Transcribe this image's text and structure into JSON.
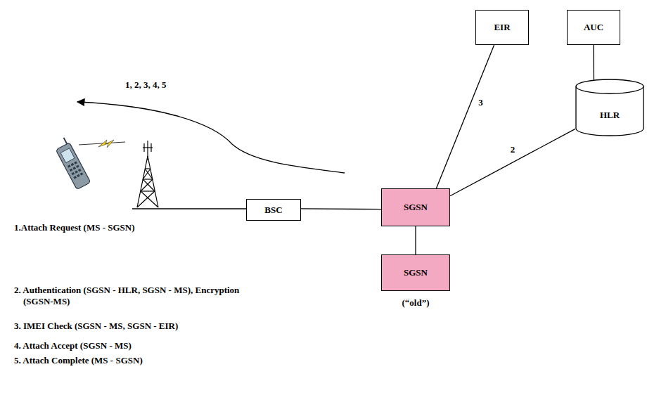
{
  "diagram": {
    "nodes": [
      {
        "text": [
          "EIR"
        ]
      },
      {
        "text": [
          "AUC"
        ]
      },
      {
        "text": [
          "HLR"
        ]
      },
      {
        "text": [
          "BSC"
        ]
      },
      {
        "text": [
          "SGSN"
        ]
      },
      {
        "text": [
          "SGSN",
          "(“old”)"
        ]
      }
    ],
    "edges": [
      {
        "from": 1,
        "to": 2,
        "arrow": "none"
      },
      {
        "from": 0,
        "to": 4,
        "label": "3",
        "arrow": "none"
      },
      {
        "from": 2,
        "to": 4,
        "label": "2",
        "arrow": "none"
      },
      {
        "from": 3,
        "to": 4,
        "arrow": "none"
      },
      {
        "from": 4,
        "to": 5,
        "arrow": "none"
      }
    ],
    "labels": [
      "1, 2, 3, 4, 5",
      "1.Attach Request (MS - SGSN)",
      "2. Authentication (SGSN - HLR, SGSN - MS), Encryption (SGSN-MS)",
      "3. IMEI Check (SGSN - MS, SGSN - EIR)",
      "4. Attach Accept (SGSN - MS)",
      "5. Attach Complete (MS - SGSN)"
    ]
  }
}
